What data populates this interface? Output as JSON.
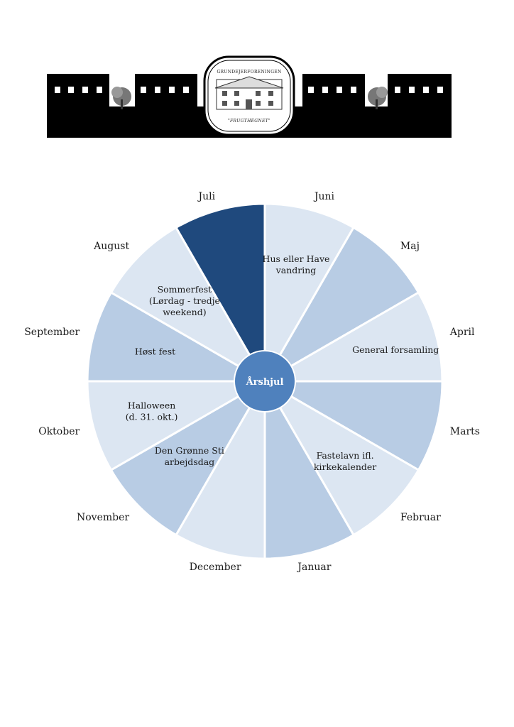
{
  "banner": {
    "logo_top": "GRUNDEJERFORENINGEN",
    "logo_bottom": "\"FRUGTHEGNET\""
  },
  "wheel": {
    "center_label": "Årshjul",
    "colors": {
      "light": "#dce6f2",
      "mid": "#b8cce4",
      "highlight": "#1f497d",
      "center": "#4f81bd",
      "border": "#ffffff"
    },
    "months": [
      {
        "name": "Juni",
        "fill": "light",
        "lines": [
          "Hus eller Have",
          "vandring"
        ]
      },
      {
        "name": "Maj",
        "fill": "mid",
        "lines": []
      },
      {
        "name": "April",
        "fill": "light",
        "lines": [
          "General forsamling"
        ]
      },
      {
        "name": "Marts",
        "fill": "mid",
        "lines": []
      },
      {
        "name": "Februar",
        "fill": "light",
        "lines": [
          "Fastelavn ifl.",
          "kirkekalender"
        ]
      },
      {
        "name": "Januar",
        "fill": "mid",
        "lines": []
      },
      {
        "name": "December",
        "fill": "light",
        "lines": []
      },
      {
        "name": "November",
        "fill": "mid",
        "lines": [
          "Den Grønne Sti",
          "arbejdsdag"
        ]
      },
      {
        "name": "Oktober",
        "fill": "light",
        "lines": [
          "Halloween",
          "(d. 31. okt.)"
        ]
      },
      {
        "name": "September",
        "fill": "mid",
        "lines": [
          "Høst fest"
        ]
      },
      {
        "name": "August",
        "fill": "light",
        "lines": [
          "Sommerfest",
          "(Lørdag - tredje",
          "weekend)"
        ]
      },
      {
        "name": "Juli",
        "fill": "highlight",
        "lines": []
      }
    ]
  }
}
